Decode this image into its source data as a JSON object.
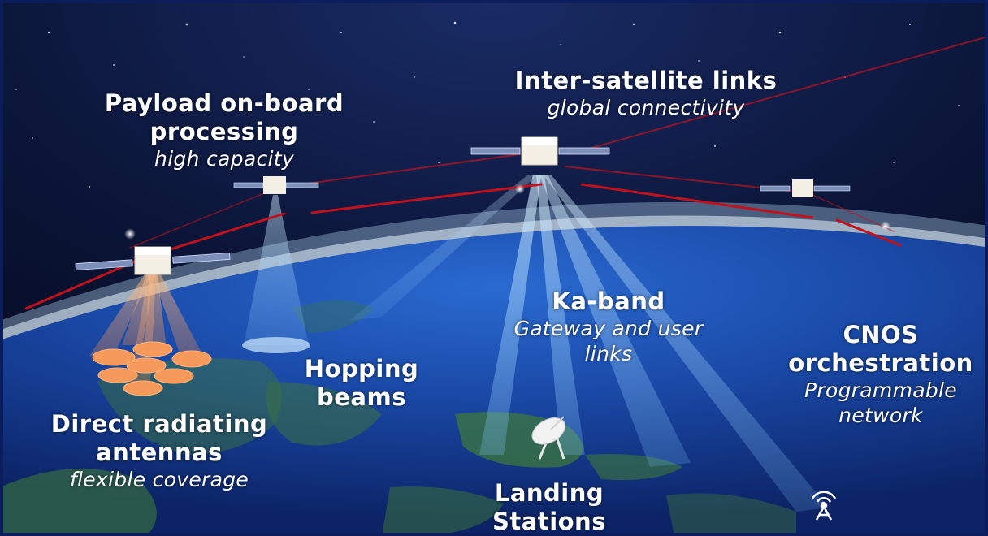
{
  "labels": {
    "payload": {
      "title_1": "Payload on-board",
      "title_2": "processing",
      "subtitle": "high capacity"
    },
    "isl": {
      "title": "Inter-satellite links",
      "subtitle": "global connectivity"
    },
    "kaband": {
      "title": "Ka-band",
      "subtitle_1": "Gateway and user",
      "subtitle_2": "links"
    },
    "cnos": {
      "title_1": "CNOS",
      "title_2": "orchestration",
      "subtitle_1": "Programmable",
      "subtitle_2": "network"
    },
    "hopping": {
      "title_1": "Hopping",
      "title_2": "beams"
    },
    "dra": {
      "title_1": "Direct radiating",
      "title_2": "antennas",
      "subtitle": "flexible coverage"
    },
    "landing": {
      "title_1": "Landing",
      "title_2": "Stations"
    }
  },
  "colors": {
    "space": "#0a1330",
    "ocean": "#1d4fb0",
    "atmosphere": "#bfe6ff",
    "link": "#c0121c",
    "beam": "#9fd6ff",
    "spot": "#f59a5a",
    "border": "#0b1d5c"
  },
  "icons": [
    "satellite-icon",
    "dish-antenna-icon",
    "radio-tower-icon"
  ]
}
